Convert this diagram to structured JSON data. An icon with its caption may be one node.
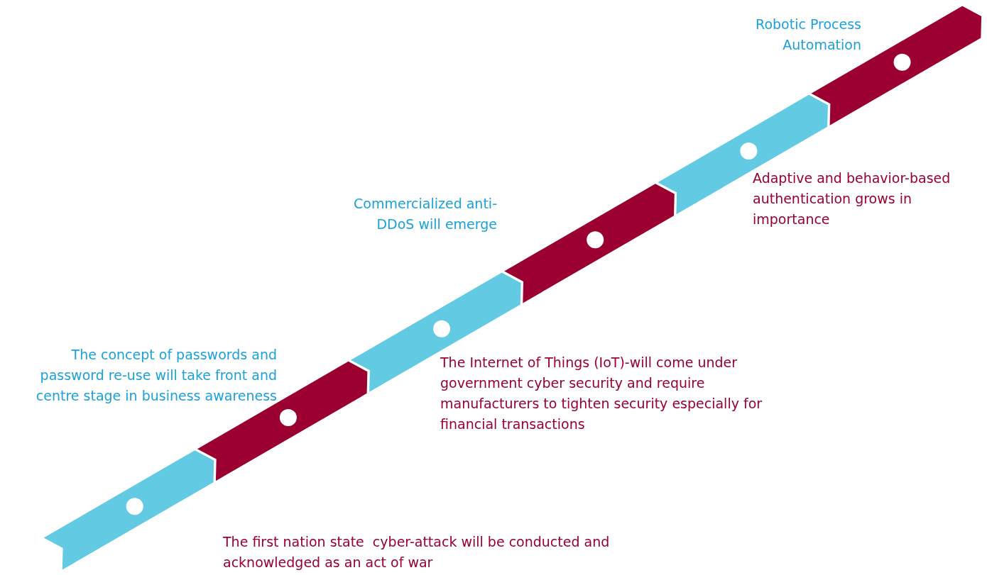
{
  "diagram": {
    "nodes": [
      {
        "text": [],
        "shape": "bar",
        "beside": [
          "The first nation state  cyber-attack will be conducted and acknowledged as an act of war"
        ]
      },
      {
        "text": [],
        "shape": "bar",
        "beside": [
          "The concept of passwords and password re-use will take front and centre stage in business awareness"
        ]
      },
      {
        "text": [],
        "shape": "bar",
        "beside": [
          "The Internet of Things (IoT)-will come under government cyber security and require manufacturers to tighten security especially for financial transactions"
        ]
      },
      {
        "text": [],
        "shape": "bar",
        "beside": [
          "Commercialized anti-DDoS will emerge"
        ]
      },
      {
        "text": [],
        "shape": "bar",
        "beside": [
          "Adaptive and behavior-based authentication grows in importance"
        ]
      },
      {
        "text": [],
        "shape": "bar",
        "beside": [
          "Robotic Process Automation"
        ]
      }
    ]
  }
}
